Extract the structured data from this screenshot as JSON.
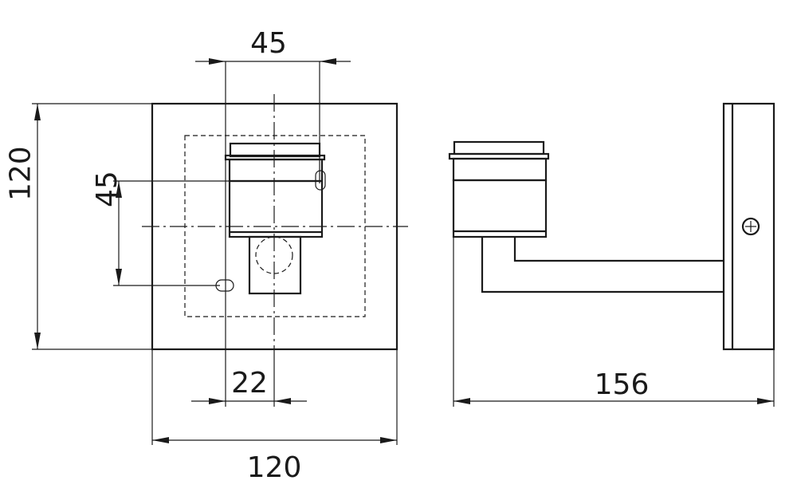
{
  "dimensions": {
    "top_width": "45",
    "left_height": "120",
    "inner_height": "45",
    "offset_bottom": "22",
    "base_width": "120",
    "projection": "156"
  },
  "colors": {
    "line": "#1a1a1a",
    "background": "#ffffff"
  },
  "icons": {
    "screw": "screw-head-icon"
  }
}
